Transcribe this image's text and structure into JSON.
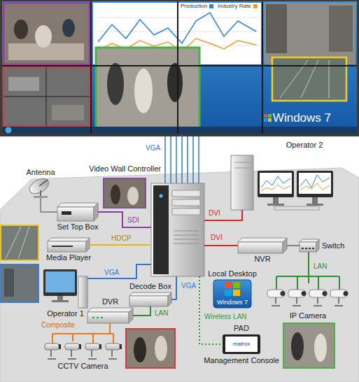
{
  "diagram": {
    "nodes": [
      {
        "text": [
          "Windows 7"
        ]
      },
      {
        "text": [
          "Video Wall Controller"
        ]
      },
      {
        "text": [
          "Antenna"
        ]
      },
      {
        "text": [
          "Set Top Box"
        ]
      },
      {
        "text": [
          "Media Player"
        ]
      },
      {
        "text": [
          "Operator 1"
        ]
      },
      {
        "text": [
          "Decode Box"
        ]
      },
      {
        "text": [
          "DVR"
        ]
      },
      {
        "text": [
          "CCTV Camera"
        ]
      },
      {
        "text": [
          "Local Desktop",
          "Windows 7"
        ]
      },
      {
        "text": [
          "NVR"
        ]
      },
      {
        "text": [
          "Switch"
        ]
      },
      {
        "text": [
          "IP Camera"
        ]
      },
      {
        "text": [
          "Operator 2"
        ]
      },
      {
        "text": [
          "PAD",
          "matrox",
          "Management Console"
        ]
      }
    ],
    "edges": [
      {
        "from": 1,
        "to": 0,
        "arrow": "none",
        "label": "VGA"
      },
      {
        "from": 2,
        "to": 3,
        "arrow": "none"
      },
      {
        "from": 3,
        "to": 1,
        "arrow": "none",
        "label": "SDI"
      },
      {
        "from": 4,
        "to": 1,
        "arrow": "none",
        "label": "HDCP"
      },
      {
        "from": 5,
        "to": 1,
        "arrow": "none",
        "label": "VGA"
      },
      {
        "from": 6,
        "to": 1,
        "arrow": "none",
        "label": "VGA"
      },
      {
        "from": 7,
        "to": 6,
        "arrow": "none",
        "label": "LAN"
      },
      {
        "from": 8,
        "to": 7,
        "arrow": "none",
        "label": "Composite"
      },
      {
        "from": 1,
        "to": 13,
        "arrow": "none",
        "label": "DVI"
      },
      {
        "from": 1,
        "to": 10,
        "arrow": "none",
        "label": "DVI"
      },
      {
        "from": 11,
        "to": 10,
        "arrow": "none"
      },
      {
        "from": 12,
        "to": 11,
        "arrow": "none",
        "label": "LAN"
      },
      {
        "from": 1,
        "to": 14,
        "arrow": "none",
        "label": "Wireless LAN"
      }
    ],
    "labels": [
      "Production",
      "Industry Rate"
    ]
  }
}
